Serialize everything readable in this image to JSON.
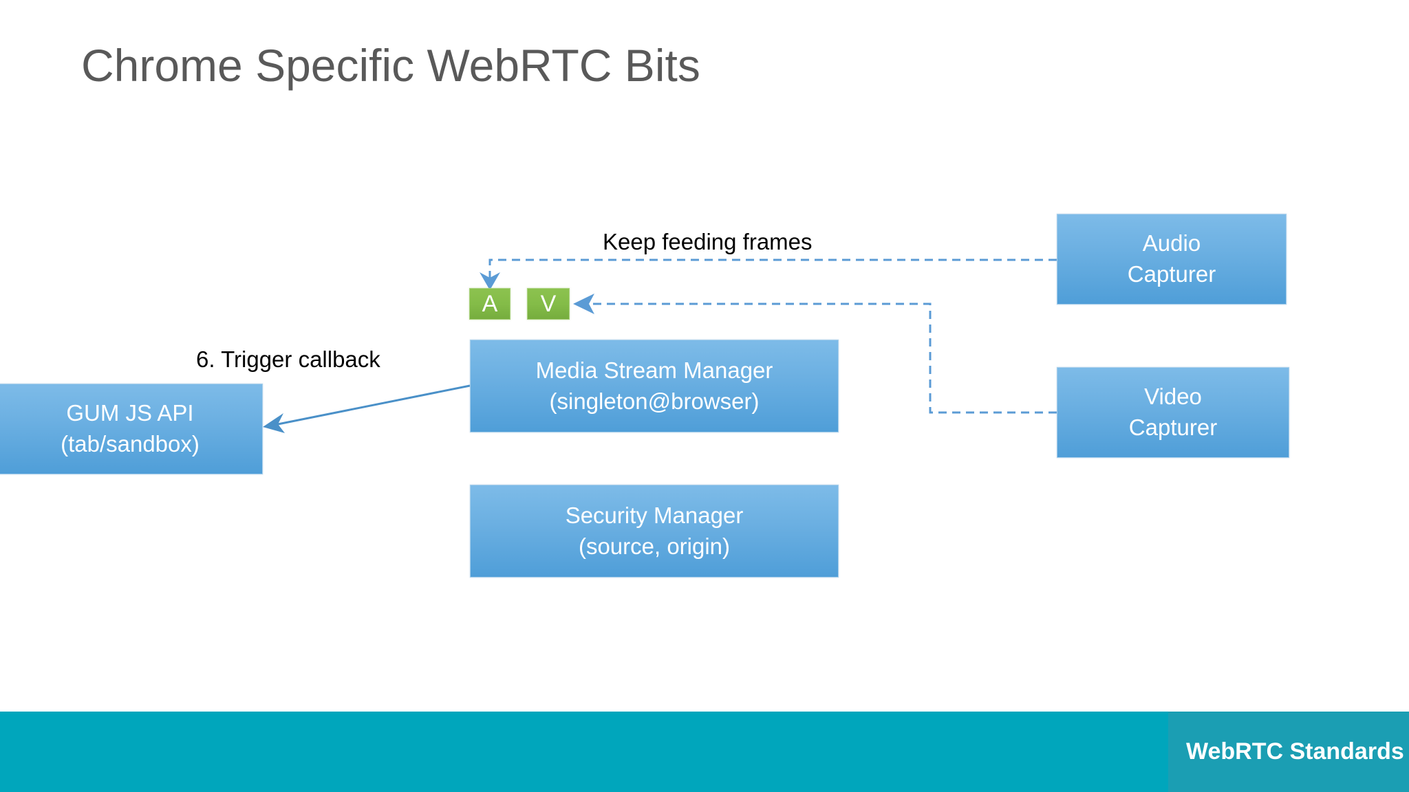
{
  "slide": {
    "title": "Chrome Specific WebRTC Bits",
    "background_color": "#FFFFFF",
    "title_color": "#595959"
  },
  "diagram": {
    "boxes": [
      {
        "id": "gum-js-api",
        "line1": "GUM JS API",
        "line2": "(tab/sandbox)",
        "fill": "#6CB0E2",
        "text_color": "#FFFFFF"
      },
      {
        "id": "media-stream-manager",
        "line1": "Media Stream Manager",
        "line2": "(singleton@browser)",
        "fill": "#6CB0E2",
        "text_color": "#FFFFFF"
      },
      {
        "id": "security-manager",
        "line1": "Security Manager",
        "line2": "(source, origin)",
        "fill": "#6CB0E2",
        "text_color": "#FFFFFF"
      },
      {
        "id": "audio-capturer",
        "line1": "Audio",
        "line2": "Capturer",
        "fill": "#6CB0E2",
        "text_color": "#FFFFFF"
      },
      {
        "id": "video-capturer",
        "line1": "Video",
        "line2": "Capturer",
        "fill": "#6CB0E2",
        "text_color": "#FFFFFF"
      }
    ],
    "chips": [
      {
        "id": "audio-track",
        "label": "A",
        "fill": "#84BC48",
        "text_color": "#FFFFFF"
      },
      {
        "id": "video-track",
        "label": "V",
        "fill": "#84BC48",
        "text_color": "#FFFFFF"
      }
    ],
    "labels": [
      {
        "id": "keep-feeding-frames",
        "text": "Keep feeding frames",
        "color": "#000000"
      },
      {
        "id": "trigger-callback",
        "text": "6. Trigger callback",
        "color": "#000000"
      }
    ],
    "connectors": [
      {
        "id": "audio-capturer-to-audio-track",
        "style": "dashed",
        "color": "#5B9BD5",
        "from": "audio-capturer",
        "to": "audio-track"
      },
      {
        "id": "video-capturer-to-video-track",
        "style": "dashed",
        "color": "#5B9BD5",
        "from": "video-capturer",
        "to": "video-track"
      },
      {
        "id": "media-stream-manager-to-gum-js-api",
        "style": "solid",
        "color": "#5B9BD5",
        "from": "media-stream-manager",
        "to": "gum-js-api"
      }
    ]
  },
  "footer": {
    "text": "WebRTC Standards",
    "bar_color": "#00A6BC",
    "panel_color": "#1B9EB3",
    "text_color": "#FFFFFF"
  }
}
